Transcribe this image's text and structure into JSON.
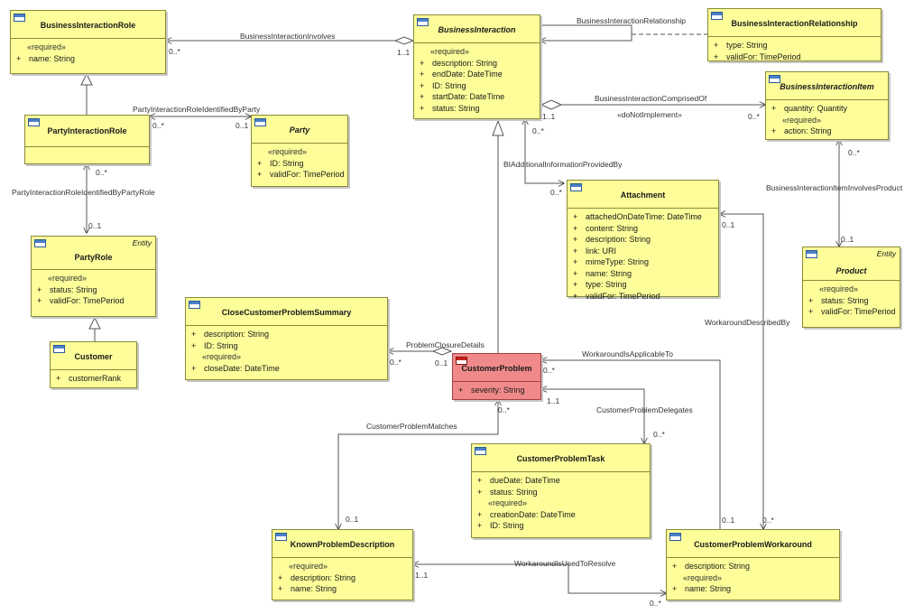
{
  "classes": {
    "business_interaction_role": {
      "name": "BusinessInteractionRole",
      "required": "«required»",
      "attrs": [
        {
          "vis": "+",
          "text": "name: String"
        }
      ]
    },
    "business_interaction": {
      "name": "BusinessInteraction",
      "required": "«required»",
      "attrs": [
        {
          "vis": "+",
          "text": "description: String"
        },
        {
          "vis": "+",
          "text": "endDate: DateTime"
        },
        {
          "vis": "+",
          "text": "ID: String"
        },
        {
          "vis": "+",
          "text": "startDate: DateTime"
        },
        {
          "vis": "+",
          "text": "status: String"
        }
      ]
    },
    "business_interaction_relationship": {
      "name": "BusinessInteractionRelationship",
      "attrs": [
        {
          "vis": "+",
          "text": "type: String"
        },
        {
          "vis": "+",
          "text": "validFor: TimePeriod"
        }
      ]
    },
    "party_interaction_role": {
      "name": "PartyInteractionRole"
    },
    "party": {
      "name": "Party",
      "required": "«required»",
      "attrs": [
        {
          "vis": "+",
          "text": "ID: String"
        },
        {
          "vis": "+",
          "text": "validFor: TimePeriod"
        }
      ]
    },
    "business_interaction_item": {
      "name": "BusinessInteractionItem",
      "required": "«required»",
      "attrs_top": [
        {
          "vis": "+",
          "text": "quantity: Quantity"
        }
      ],
      "attrs": [
        {
          "vis": "+",
          "text": "action: String"
        }
      ]
    },
    "attachment": {
      "name": "Attachment",
      "attrs": [
        {
          "vis": "+",
          "text": "attachedOnDateTime: DateTime"
        },
        {
          "vis": "+",
          "text": "content: String"
        },
        {
          "vis": "+",
          "text": "description: String"
        },
        {
          "vis": "+",
          "text": "link: URI"
        },
        {
          "vis": "+",
          "text": "mimeType: String"
        },
        {
          "vis": "+",
          "text": "name: String"
        },
        {
          "vis": "+",
          "text": "type: String"
        },
        {
          "vis": "+",
          "text": "validFor: TimePeriod"
        }
      ]
    },
    "party_role": {
      "name": "PartyRole",
      "stereotype": "Entity",
      "required": "«required»",
      "attrs": [
        {
          "vis": "+",
          "text": "status: String"
        },
        {
          "vis": "+",
          "text": "validFor: TimePeriod"
        }
      ]
    },
    "product": {
      "name": "Product",
      "stereotype": "Entity",
      "required": "«required»",
      "attrs": [
        {
          "vis": "+",
          "text": "status: String"
        },
        {
          "vis": "+",
          "text": "validFor: TimePeriod"
        }
      ]
    },
    "close_customer_problem_summary": {
      "name": "CloseCustomerProblemSummary",
      "required": "«required»",
      "attrs_top": [
        {
          "vis": "+",
          "text": "description: String"
        },
        {
          "vis": "+",
          "text": "ID: String"
        }
      ],
      "attrs": [
        {
          "vis": "+",
          "text": "closeDate: DateTime"
        }
      ]
    },
    "customer": {
      "name": "Customer",
      "attrs": [
        {
          "vis": "+",
          "text": "customerRank"
        }
      ]
    },
    "customer_problem": {
      "name": "CustomerProblem",
      "attrs": [
        {
          "vis": "+",
          "text": "severity: String"
        }
      ]
    },
    "customer_problem_task": {
      "name": "CustomerProblemTask",
      "required": "«required»",
      "attrs_top": [
        {
          "vis": "+",
          "text": "dueDate: DateTime"
        },
        {
          "vis": "+",
          "text": "status: String"
        }
      ],
      "attrs": [
        {
          "vis": "+",
          "text": "creationDate: DateTime"
        },
        {
          "vis": "+",
          "text": "ID: String"
        }
      ]
    },
    "known_problem_description": {
      "name": "KnownProblemDescription",
      "required": "«required»",
      "attrs": [
        {
          "vis": "+",
          "text": "description: String"
        },
        {
          "vis": "+",
          "text": "name: String"
        }
      ]
    },
    "customer_problem_workaround": {
      "name": "CustomerProblemWorkaround",
      "required": "«required»",
      "attrs_top": [
        {
          "vis": "+",
          "text": "description: String"
        }
      ],
      "attrs": [
        {
          "vis": "+",
          "text": "name: String"
        }
      ]
    }
  },
  "associations": {
    "bi_involves": "BusinessInteractionInvolves",
    "bi_relationship": "BusinessInteractionRelationship",
    "pir_identified_by_party": "PartyInteractionRoleIdentifiedByParty",
    "bi_comprised_of": "BusinessInteractionComprisedOf",
    "do_not_implement": "«doNotImplement»",
    "bi_additional_info": "BIAdditionalInformationProvidedBy",
    "pir_identified_by_party_role": "PartyInteractionRoleIdentifiedByPartyRole",
    "bii_involves_product": "BusinessInteractionItemInvolvesProduct",
    "workaround_described_by": "WorkaroundDescribedBy",
    "problem_closure_details": "ProblemClosureDetails",
    "workaround_is_applicable_to": "WorkaroundIsApplicableTo",
    "customer_problem_delegates": "CustomerProblemDelegates",
    "customer_problem_matches": "CustomerProblemMatches",
    "workaround_is_used_to_resolve": "WorkaroundIsUsedToResolve"
  },
  "multiplicities": {
    "zero_many": "0..*",
    "one_one": "1..1",
    "zero_one": "0..1"
  }
}
